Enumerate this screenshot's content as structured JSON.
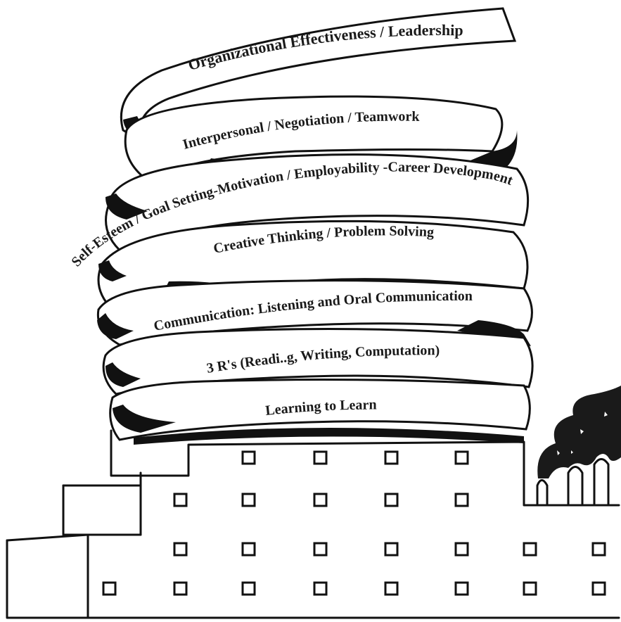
{
  "diagram": {
    "ribbon_labels": [
      "Organizational Effectiveness / Leadership",
      "Interpersonal / Negotiation / Teamwork",
      "Self-Esteem / Goal Setting-Motivation / Employability -Career Development",
      "Creative Thinking / Problem Solving",
      "Communication: Listening and Oral Communication",
      "3 R's (Readi..g, Writing, Computation)",
      "Learning to Learn"
    ],
    "building_icon": "factory-building",
    "smoke_icon": "smokestacks"
  }
}
